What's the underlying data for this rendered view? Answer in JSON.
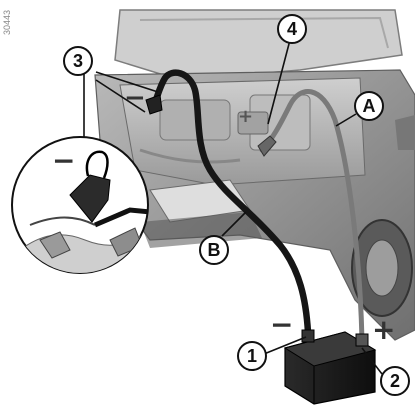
{
  "reference_id": "30443",
  "callouts": {
    "c1": "1",
    "c2": "2",
    "c3": "3",
    "c4": "4",
    "cA": "A",
    "cB": "B"
  },
  "signs": {
    "minus_main": "−",
    "plus_main": "+",
    "minus_battery": "−",
    "plus_battery": "+",
    "minus_inset": "−"
  },
  "colors": {
    "cable_black": "#161616",
    "cable_red": "#7a7a7a",
    "car_body": "#8c8c8c",
    "battery": "#1e1e1e"
  }
}
